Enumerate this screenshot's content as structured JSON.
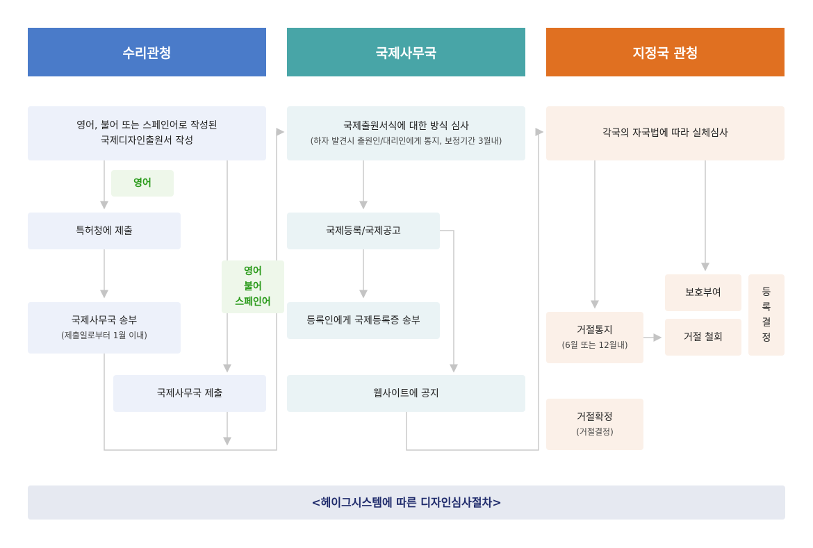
{
  "headers": {
    "receiving": "수리관청",
    "ib": "국제사무국",
    "designated": "지정국 관청"
  },
  "colors": {
    "receiving": "#4a7bc9",
    "ib": "#48a5a7",
    "designated": "#e07021"
  },
  "left": {
    "draft_l1": "영어, 불어 또는 스페인어로 작성된",
    "draft_l2": "국제디자인출원서 작성",
    "lang_en": "영어",
    "submit_kipo": "특허청에 제출",
    "forward": "국제사무국 송부",
    "forward_sub": "(제출일로부터 1월 이내)",
    "lang_all_1": "영어",
    "lang_all_2": "불어",
    "lang_all_3": "스페인어",
    "submit_ib": "국제사무국 제출"
  },
  "middle": {
    "exam": "국제출원서식에 대한 방식 심사",
    "exam_sub": "(하자 발견시 출원인/대리인에게 통지, 보정기간 3월내)",
    "register": "국제등록/국제공고",
    "send_cert": "등록인에게 국제등록증 송부",
    "web": "웹사이트에 공지"
  },
  "right": {
    "exam": "각국의 자국법에 따라 실체심사",
    "refusal": "거절통지",
    "refusal_sub": "(6월 또는 12월내)",
    "final": "거절확정",
    "final_sub": "(거절결정)",
    "grant": "보호부여",
    "withdraw": "거절 철회",
    "decision": [
      "등",
      "록",
      "결",
      "정"
    ]
  },
  "footer": "<헤이그시스템에 따른 디자인심사절차>"
}
